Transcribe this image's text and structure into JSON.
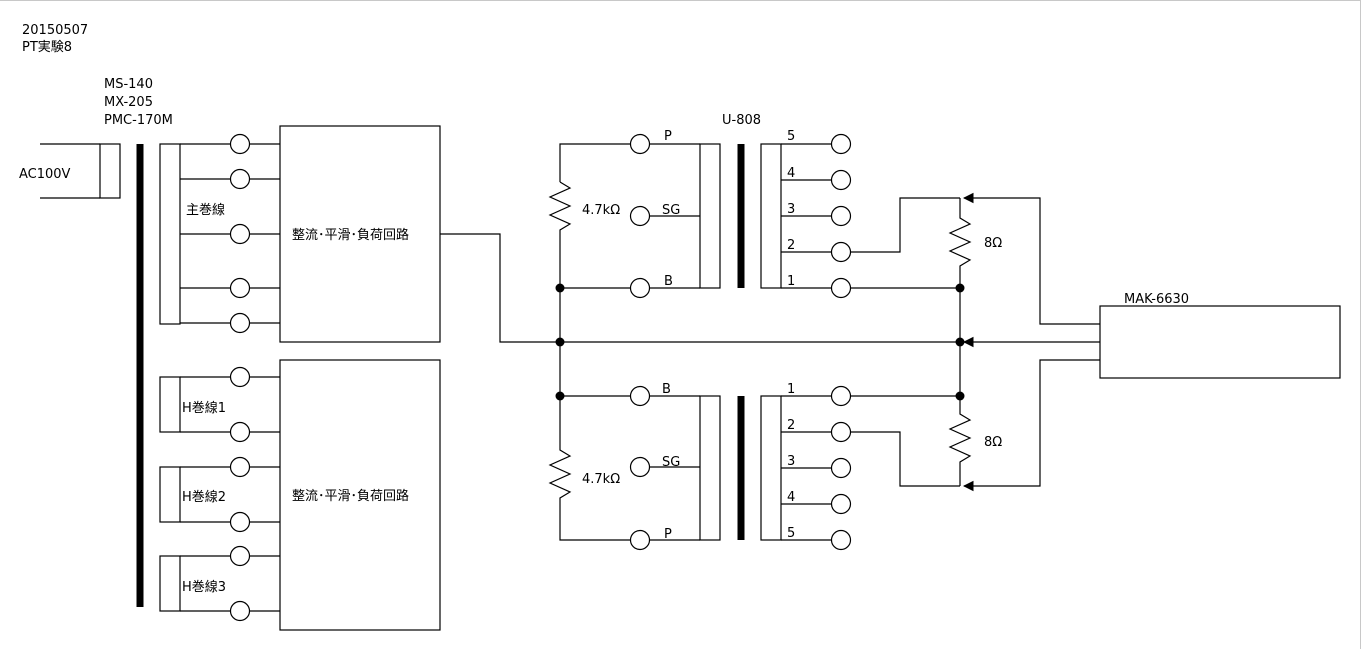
{
  "header": {
    "date": "20150507",
    "title": "PT実験8"
  },
  "transformer_models": [
    "MS-140",
    "MX-205",
    "PMC-170M"
  ],
  "source": {
    "label": "AC100V"
  },
  "windings": {
    "main": "主巻線",
    "h1": "H巻線1",
    "h2": "H巻線2",
    "h3": "H巻線3"
  },
  "circuits": {
    "upper": "整流･平滑･負荷回路",
    "lower": "整流･平滑･負荷回路"
  },
  "output_transformer": {
    "model": "U-808",
    "upper_primary": [
      "P",
      "SG",
      "B"
    ],
    "lower_primary": [
      "B",
      "SG",
      "P"
    ],
    "upper_secondary": [
      "5",
      "4",
      "3",
      "2",
      "1"
    ],
    "lower_secondary": [
      "1",
      "2",
      "3",
      "4",
      "5"
    ]
  },
  "resistors": {
    "upper_primary": "4.7kΩ",
    "lower_primary": "4.7kΩ",
    "upper_load": "8Ω",
    "lower_load": "8Ω"
  },
  "instrument": {
    "label": "MAK-6630"
  }
}
